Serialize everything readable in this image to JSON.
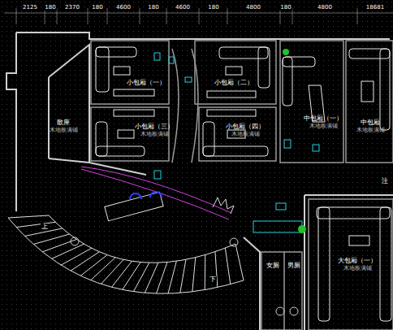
{
  "diagram": {
    "nodes": [
      {
        "text": [
          "散座",
          "木地板满铺"
        ]
      },
      {
        "text": [
          "小包厢（一）"
        ]
      },
      {
        "text": [
          "小包厢（二）"
        ]
      },
      {
        "text": [
          "小包厢（三）",
          "木地板满铺"
        ]
      },
      {
        "text": [
          "小包厢（四）",
          "木地板满铺"
        ]
      },
      {
        "text": [
          "中包厢（一）",
          "木地板满铺"
        ]
      },
      {
        "text": [
          "中包厢",
          "木地板满铺"
        ]
      },
      {
        "text": [
          "女厕"
        ]
      },
      {
        "text": [
          "男厕"
        ]
      },
      {
        "text": [
          "大包厢（一）",
          "木地板满铺"
        ]
      }
    ],
    "labels": [
      "2125",
      "180",
      "2370",
      "180",
      "4600",
      "180",
      "4600",
      "180",
      "4800",
      "180",
      "4800",
      "18681",
      "上",
      "下",
      "注"
    ]
  }
}
